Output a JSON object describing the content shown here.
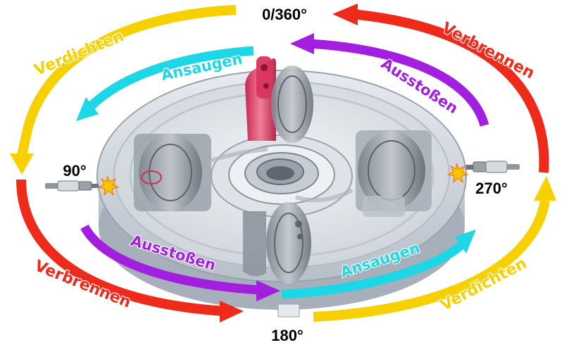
{
  "degrees": {
    "top": "0/360°",
    "left": "90°",
    "bottom": "180°",
    "right": "270°"
  },
  "outer_phases": {
    "top_left": "Verdichten",
    "top_right": "Verbrennen",
    "bottom_left": "Verbrennen",
    "bottom_right": "Verdichten"
  },
  "inner_phases": {
    "top_left": "Ansaugen",
    "top_right": "Ausstoßen",
    "bottom_left": "Ausstoßen",
    "bottom_right": "Ansaugen"
  },
  "colors": {
    "verdichten": "#f7d000",
    "verbrennen": "#ee2a1b",
    "ansaugen": "#1dd6e6",
    "ausstossen": "#a21fe0",
    "engine_body": "#d3d9e1",
    "piston_highlight": "#e64a6e"
  },
  "icons": [
    "spark-plug-icon",
    "spark-flash-icon"
  ]
}
